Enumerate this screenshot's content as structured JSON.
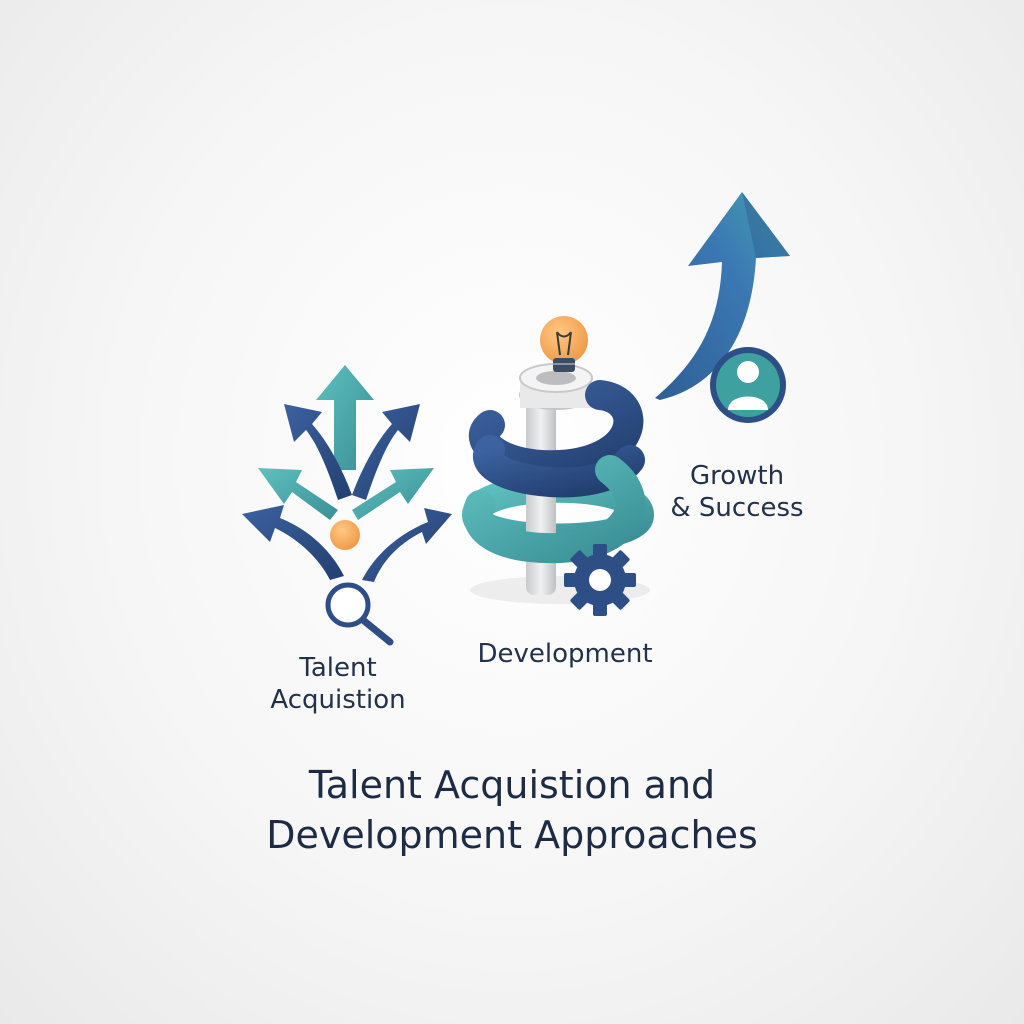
{
  "diagram": {
    "title": "Talent Acquistion and\nDevelopment Approaches",
    "stages": [
      {
        "id": "talent",
        "label": "Talent\nAcquistion",
        "icon": "branching-arrows-icon"
      },
      {
        "id": "development",
        "label": "Development",
        "icon": "spiral-lightbulb-icon"
      },
      {
        "id": "growth",
        "label": "Growth\n& Success",
        "icon": "rising-arrow-person-icon"
      }
    ]
  },
  "colors": {
    "navy": "#2d4f86",
    "teal": "#4aa6a8",
    "blue": "#3a6ea5",
    "orange": "#f2a45a",
    "grey": "#d9dadc",
    "text": "#1f2f45"
  }
}
